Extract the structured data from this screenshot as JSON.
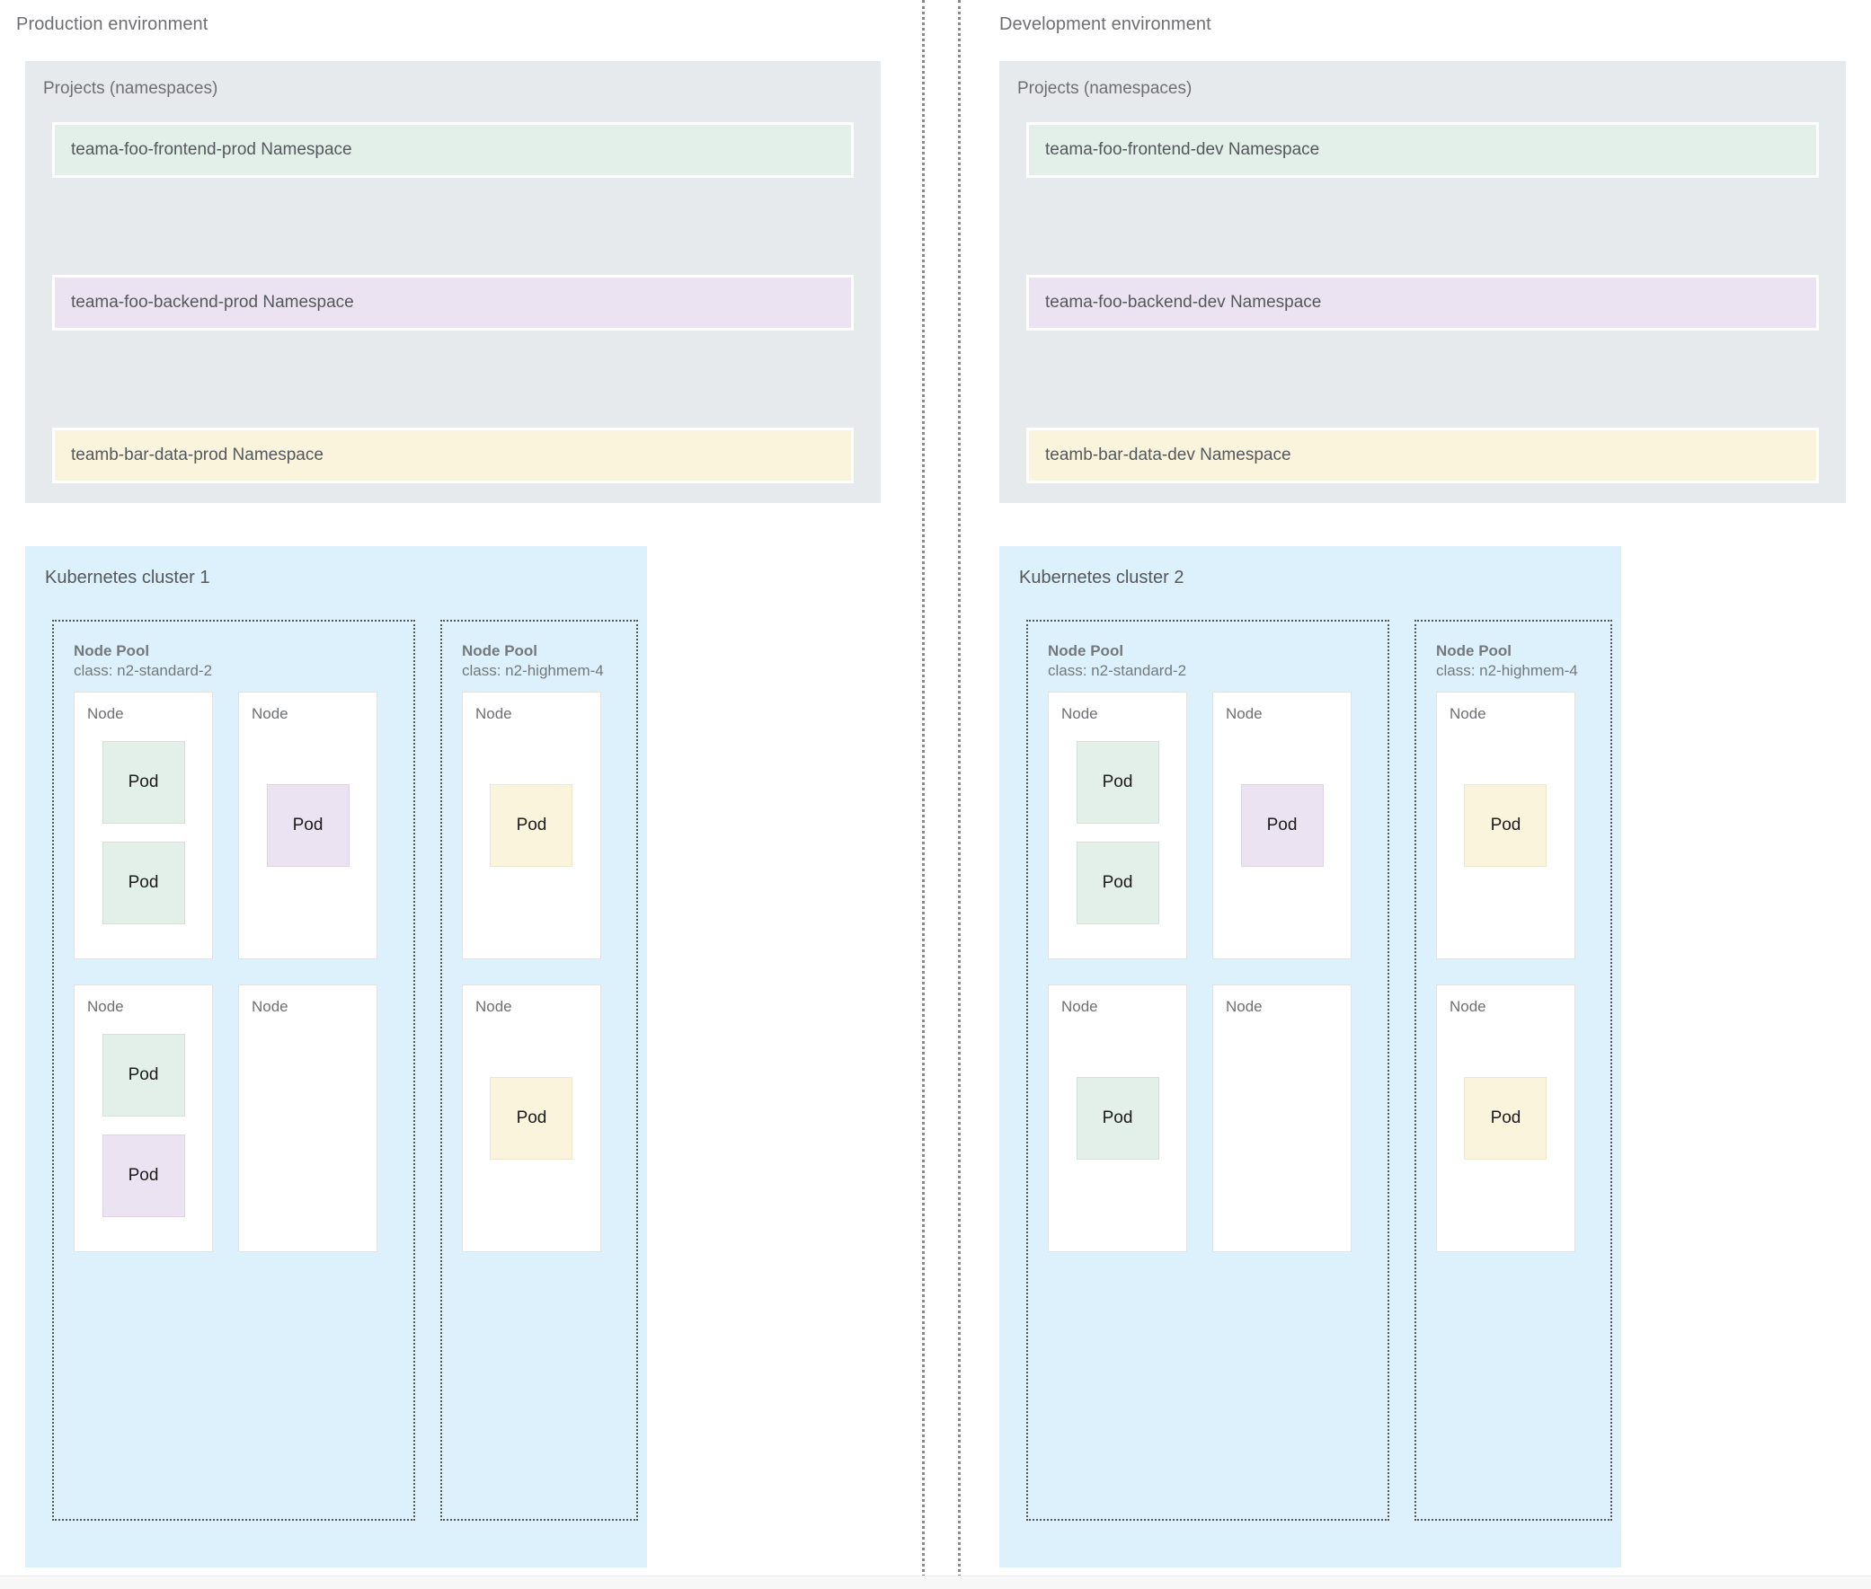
{
  "environments": [
    {
      "title": "Production environment",
      "projects": {
        "heading": "Projects (namespaces)",
        "namespaces": [
          {
            "label": "teama-foo-frontend-prod Namespace",
            "color": "green",
            "hex": "#e3efe9"
          },
          {
            "label": "teama-foo-backend-prod Namespace",
            "color": "purple",
            "hex": "#ece3f2"
          },
          {
            "label": "teamb-bar-data-prod Namespace",
            "color": "yellow",
            "hex": "#fbf4dd"
          }
        ]
      },
      "cluster": {
        "title": "Kubernetes cluster 1",
        "node_pools": [
          {
            "title": "Node Pool",
            "class": "class: n2-standard-2",
            "nodes": [
              {
                "label": "Node",
                "pods": [
                  {
                    "label": "Pod",
                    "color": "green"
                  },
                  {
                    "label": "Pod",
                    "color": "green"
                  }
                ]
              },
              {
                "label": "Node",
                "pods": [
                  {
                    "label": "Pod",
                    "color": "purple"
                  }
                ]
              },
              {
                "label": "Node",
                "pods": [
                  {
                    "label": "Pod",
                    "color": "green"
                  },
                  {
                    "label": "Pod",
                    "color": "purple"
                  }
                ]
              },
              {
                "label": "Node",
                "pods": []
              }
            ]
          },
          {
            "title": "Node Pool",
            "class": "class: n2-highmem-4",
            "nodes": [
              {
                "label": "Node",
                "pods": [
                  {
                    "label": "Pod",
                    "color": "yellow"
                  }
                ]
              },
              {
                "label": "Node",
                "pods": [
                  {
                    "label": "Pod",
                    "color": "yellow"
                  }
                ]
              }
            ]
          }
        ]
      }
    },
    {
      "title": "Development environment",
      "projects": {
        "heading": "Projects (namespaces)",
        "namespaces": [
          {
            "label": "teama-foo-frontend-dev Namespace",
            "color": "green",
            "hex": "#e3efe9"
          },
          {
            "label": "teama-foo-backend-dev Namespace",
            "color": "purple",
            "hex": "#ece3f2"
          },
          {
            "label": "teamb-bar-data-dev Namespace",
            "color": "yellow",
            "hex": "#fbf4dd"
          }
        ]
      },
      "cluster": {
        "title": "Kubernetes cluster 2",
        "node_pools": [
          {
            "title": "Node Pool",
            "class": "class: n2-standard-2",
            "nodes": [
              {
                "label": "Node",
                "pods": [
                  {
                    "label": "Pod",
                    "color": "green"
                  },
                  {
                    "label": "Pod",
                    "color": "green"
                  }
                ]
              },
              {
                "label": "Node",
                "pods": [
                  {
                    "label": "Pod",
                    "color": "purple"
                  }
                ]
              },
              {
                "label": "Node",
                "pods": [
                  {
                    "label": "Pod",
                    "color": "green"
                  }
                ]
              },
              {
                "label": "Node",
                "pods": []
              }
            ]
          },
          {
            "title": "Node Pool",
            "class": "class: n2-highmem-4",
            "nodes": [
              {
                "label": "Node",
                "pods": [
                  {
                    "label": "Pod",
                    "color": "yellow"
                  }
                ]
              },
              {
                "label": "Node",
                "pods": [
                  {
                    "label": "Pod",
                    "color": "yellow"
                  }
                ]
              }
            ]
          }
        ]
      }
    }
  ],
  "colors": {
    "namespace_panel_bg": "#e7eaec",
    "cluster_bg": "#ddf1fc",
    "green": "#e3efe9",
    "purple": "#ece3f2",
    "yellow": "#fbf4dd",
    "text": "#6d6f72",
    "divider": "#888888"
  }
}
